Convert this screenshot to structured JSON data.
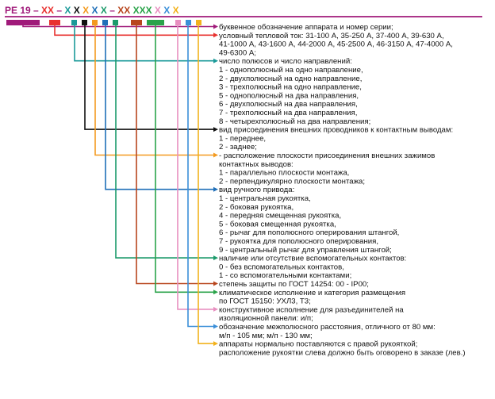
{
  "code": {
    "segments": [
      {
        "text": "PE 19",
        "color": "#a01a7a"
      },
      {
        "text": " – ",
        "color": "#a01a7a"
      },
      {
        "text": "XX",
        "color": "#e8312f"
      },
      {
        "text": " – ",
        "color": "#a01a7a"
      },
      {
        "text": "X",
        "color": "#1b9a99"
      },
      {
        "text": " ",
        "color": "#a01a7a"
      },
      {
        "text": "X",
        "color": "#111111"
      },
      {
        "text": " ",
        "color": "#a01a7a"
      },
      {
        "text": "X",
        "color": "#f39a1f"
      },
      {
        "text": " ",
        "color": "#a01a7a"
      },
      {
        "text": "X",
        "color": "#1f6fb8"
      },
      {
        "text": " ",
        "color": "#a01a7a"
      },
      {
        "text": "X",
        "color": "#1b9a6a"
      },
      {
        "text": " – ",
        "color": "#a01a7a"
      },
      {
        "text": "XX",
        "color": "#b8461e"
      },
      {
        "text": " ",
        "color": "#a01a7a"
      },
      {
        "text": "XXX",
        "color": "#2aa34a"
      },
      {
        "text": " ",
        "color": "#a01a7a"
      },
      {
        "text": "X",
        "color": "#e88fc0"
      },
      {
        "text": " ",
        "color": "#a01a7a"
      },
      {
        "text": "X",
        "color": "#3b8fd8"
      },
      {
        "text": " ",
        "color": "#a01a7a"
      },
      {
        "text": "X",
        "color": "#f2b21c"
      }
    ],
    "markers": [
      {
        "color": "#a01a7a"
      },
      {
        "color": "#e8312f"
      },
      {
        "color": "#1b9a99"
      },
      {
        "color": "#111111"
      },
      {
        "color": "#f39a1f"
      },
      {
        "color": "#1f6fb8"
      },
      {
        "color": "#1b9a6a"
      },
      {
        "color": "#b8461e"
      },
      {
        "color": "#2aa34a"
      },
      {
        "color": "#e88fc0"
      },
      {
        "color": "#3b8fd8"
      },
      {
        "color": "#f2b21c"
      }
    ],
    "underline_color": "#a01a7a"
  },
  "description_lines": [
    "буквенное обозначение аппарата и номер серии;",
    "условный тепловой ток: 31-100 А, 35-250 А, 37-400 А, 39-630 А,",
    "41-1000 А, 43-1600 А, 44-2000 А, 45-2500 А, 46-3150 А, 47-4000 А,",
    "49-6300 А;",
    "число полюсов и число направлений:",
    "1  - однополюсный на одно направление,",
    "2 - двухполюсный на одно направление,",
    "3 - трехполюсный на одно направление,",
    "5 - однополюсный на два направления,",
    "6 - двухполюсный на два направления,",
    "7 - трехполюсный на два направления,",
    "8 - четырехполюсный на два направления;",
    "вид присоединения внешних проводников к контактным выводам:",
    "1 - переднее,",
    "2 - заднее;",
    "- расположение плоскости присоединения внешних зажимов",
    "контактных выводов:",
    "1  - параллельно плоскости монтажа,",
    "2 - перпендикулярно плоскости монтажа;",
    "вид ручного привода:",
    "1  - центральная рукоятка,",
    "2 - боковая рукоятка,",
    "4 - передняя смещенная рукоятка,",
    "5 - боковая смещенная рукоятка,",
    "6 - рычаг для пополюсного оперирования штангой,",
    "7 - рукоятка для пополюсного оперирования,",
    "9 - центральный рычаг для управления штангой;",
    "наличие или отсутствие вспомогательных контактов:",
    "0 - без вспомогательных контактов,",
    "1 - со вспомогательными контактами;",
    "степень защиты по ГОСТ 14254: 00 - IP00;",
    "климатическое исполнение и категория размещения",
    "по ГОСТ 15150: УХЛ3, Т3;",
    "конструктивное исполнение для разъединителей на",
    "изоляционной панели: и/п;",
    "обозначение межполюсного расстояния, отличного от 80 мм:",
    "м/п - 105 мм; м/п - 130 мм;",
    "аппараты нормально поставляются с правой рукояткой;",
    "расположение рукоятки слева должно быть оговорено в заказе (лев.)"
  ]
}
